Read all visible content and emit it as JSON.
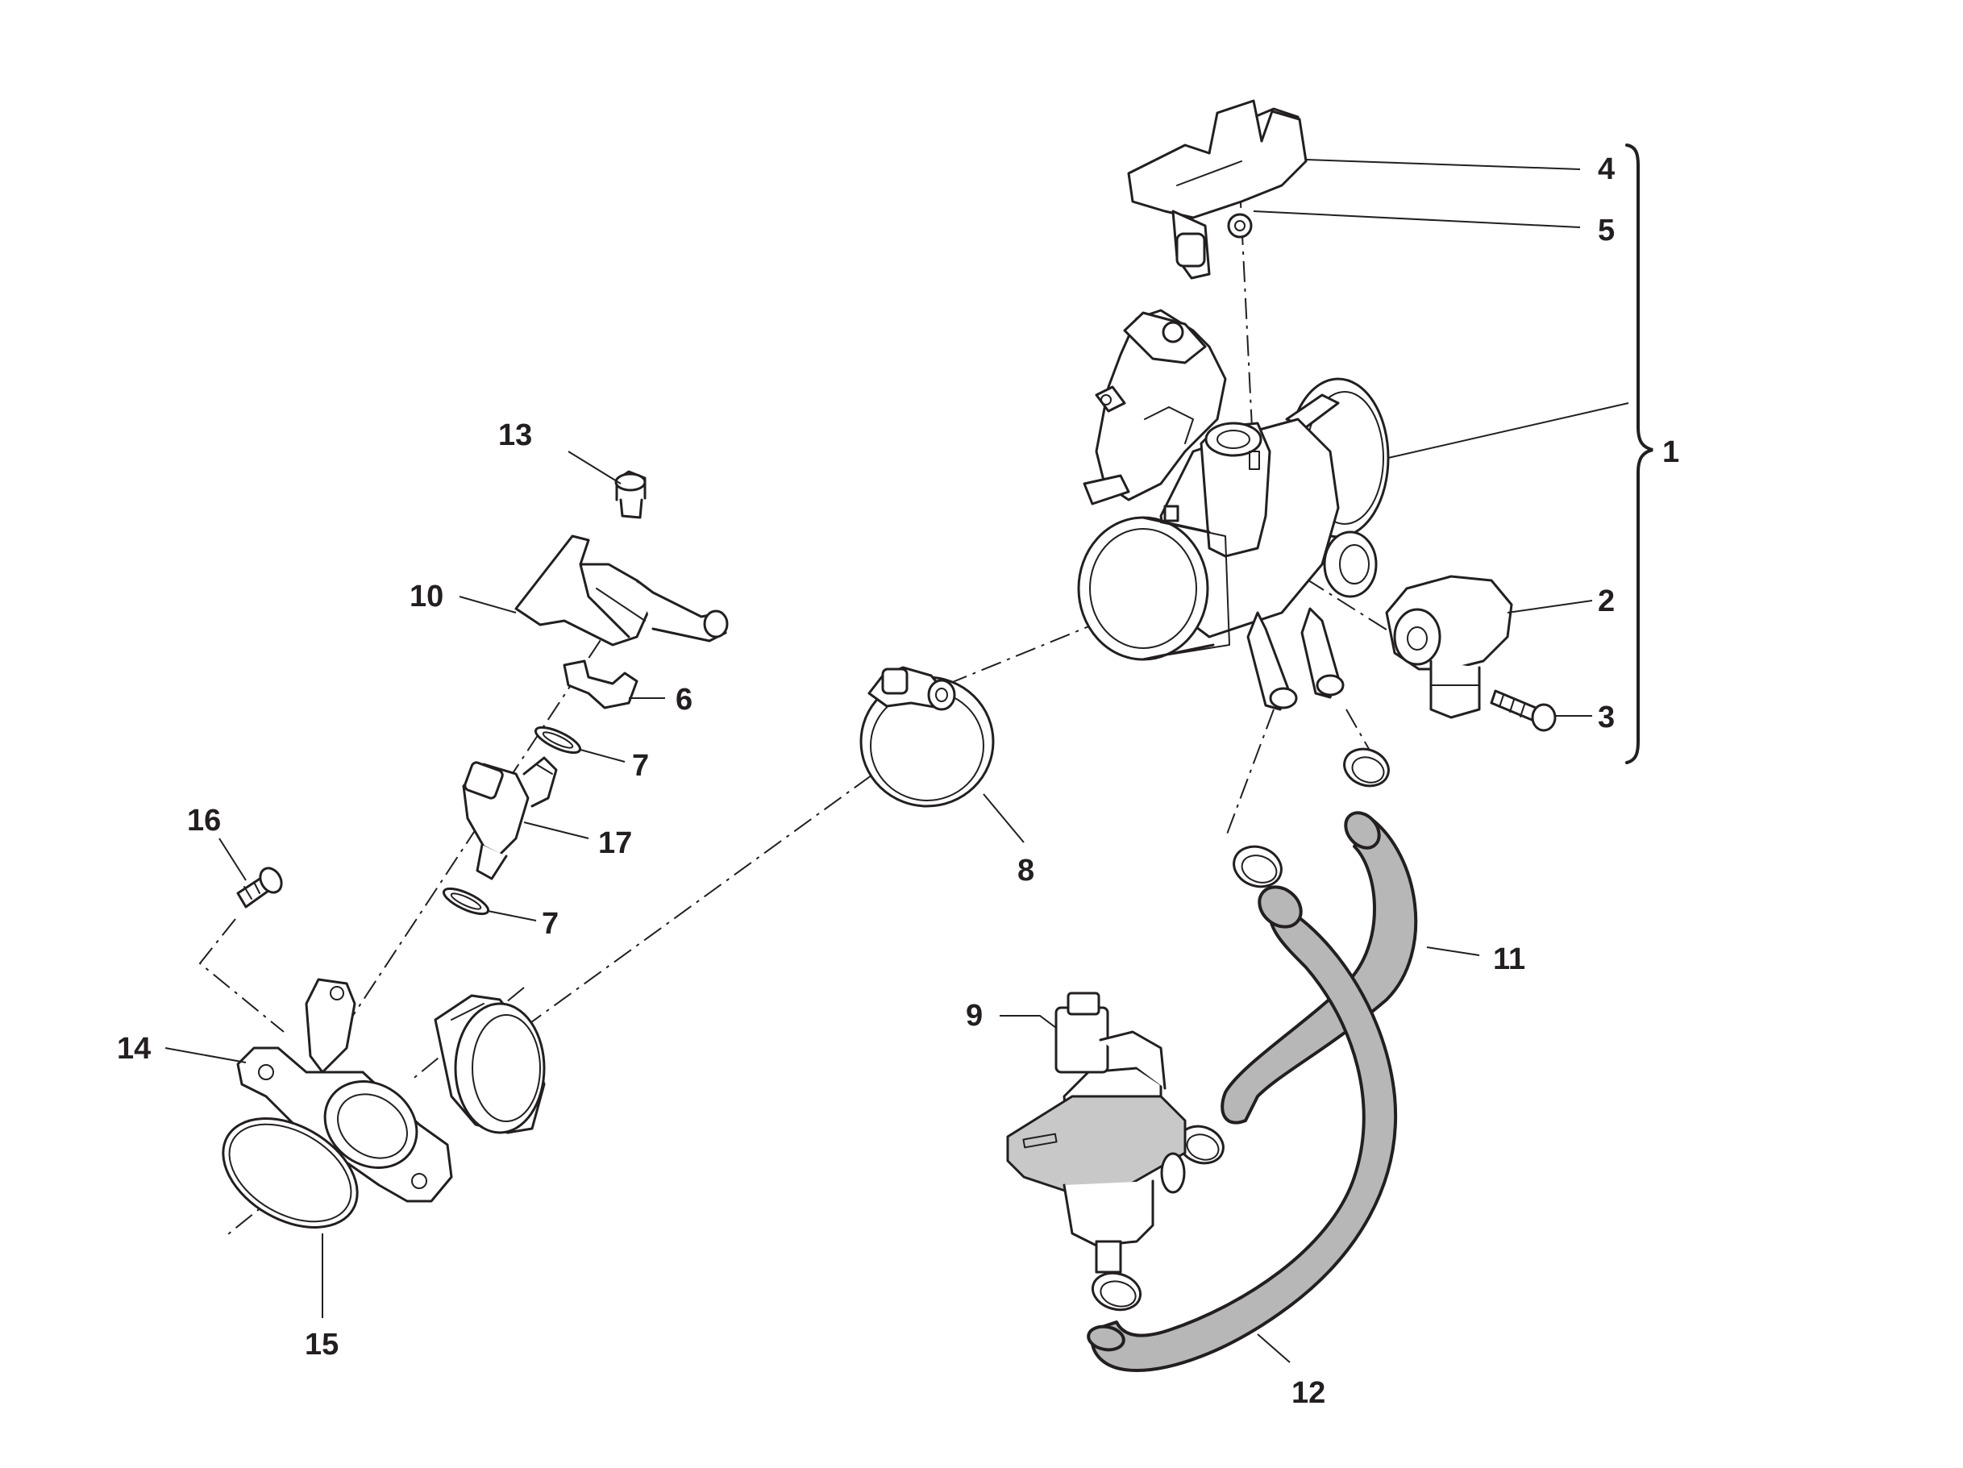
{
  "diagram": {
    "callouts": [
      {
        "id": "1",
        "label": "1"
      },
      {
        "id": "2",
        "label": "2"
      },
      {
        "id": "3",
        "label": "3"
      },
      {
        "id": "4",
        "label": "4"
      },
      {
        "id": "5",
        "label": "5"
      },
      {
        "id": "6",
        "label": "6"
      },
      {
        "id": "7a",
        "label": "7"
      },
      {
        "id": "7b",
        "label": "7"
      },
      {
        "id": "8",
        "label": "8"
      },
      {
        "id": "9",
        "label": "9"
      },
      {
        "id": "10",
        "label": "10"
      },
      {
        "id": "11",
        "label": "11"
      },
      {
        "id": "12",
        "label": "12"
      },
      {
        "id": "13",
        "label": "13"
      },
      {
        "id": "14",
        "label": "14"
      },
      {
        "id": "15",
        "label": "15"
      },
      {
        "id": "16",
        "label": "16"
      },
      {
        "id": "17",
        "label": "17"
      }
    ],
    "colors": {
      "line": "#231f20",
      "hose_fill": "#b7b7b7",
      "part_fill": "#ffffff",
      "shade_fill": "#c8c8c8"
    }
  }
}
